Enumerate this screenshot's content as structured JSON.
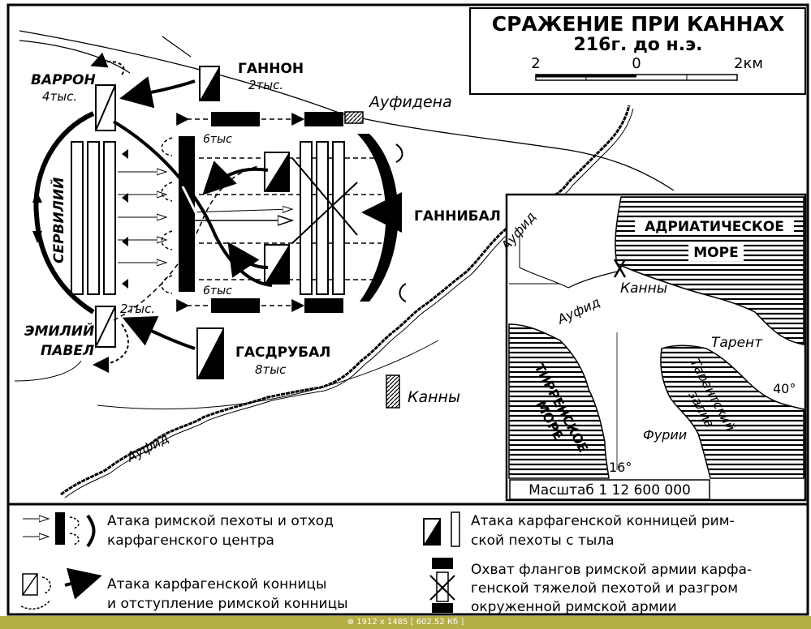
{
  "map": {
    "title_line1": "СРАЖЕНИЕ ПРИ КАННАХ",
    "title_line2": "216г. до н.э.",
    "scale_ticks": [
      "2",
      "0",
      "2км"
    ],
    "labels": {
      "varron": "ВАРРОН",
      "varron_count": "4тыс.",
      "gannon": "ГАННОН",
      "gannon_count": "2тыс.",
      "aufidena": "Ауфидена",
      "servilius": "СЕРВИЛИЙ",
      "hannibal": "ГАННИБАЛ",
      "emilius": "ЭМИЛИЙ",
      "pavel": "ПАВЕЛ",
      "emilius_count": "2тыс.",
      "hasdrubal": "ГАСДРУБАЛ",
      "hasdrubal_count": "8тыс",
      "six_top": "6тыс",
      "six_bottom": "6тыс",
      "cannae": "Канны",
      "aufid_main": "Ауфид",
      "aufid_upper": "Ауфид"
    },
    "inset": {
      "adriatic_1": "АДРИАТИЧЕСКОЕ",
      "adriatic_2": "МОРЕ",
      "cannae": "Канны",
      "aufid": "Ауфид",
      "tarent": "Тарент",
      "gulf_1": "Тарентский",
      "gulf_2": "залив",
      "tyrrhenian": "ТИРРЕНСКОЕ",
      "tyrrhenian_2": "МОРЕ",
      "furii": "Фурии",
      "lat40": "40°",
      "lon16": "16°",
      "scale": "Масштаб 1 12 600 000"
    }
  },
  "legend": {
    "item1_line1": "Атака римской пехоты и отход",
    "item1_line2": "карфагенского центра",
    "item2_line1": "Атака карфагенской конницей рим-",
    "item2_line2": "ской пехоты с тыла",
    "item3_line1": "Атака карфагенской конницы",
    "item3_line2": "и отступление римской конницы",
    "item4_line1": "Охват флангов римской армии карфа-",
    "item4_line2": "генской тяжелой пехотой и разгром",
    "item4_line3": "окруженной римской армии"
  },
  "status_bar": "⊕ 1912 x 1485 [ 602.52 Кб ]"
}
